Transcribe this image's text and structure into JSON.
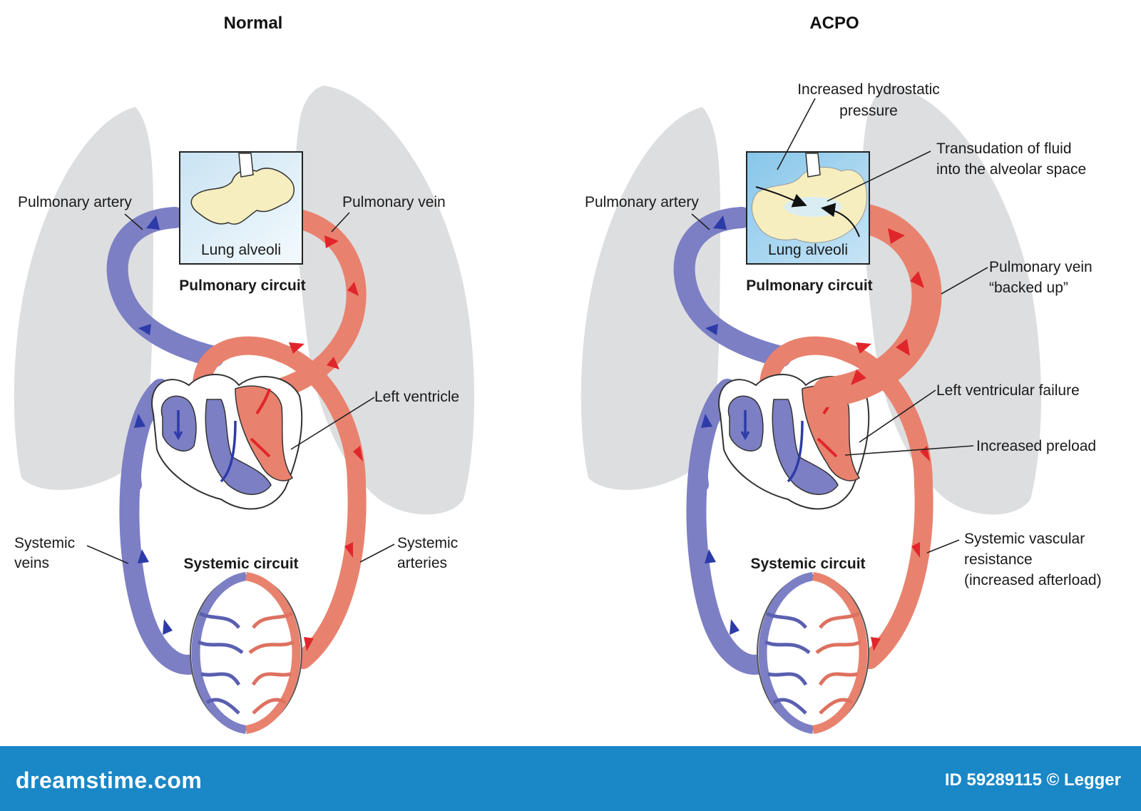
{
  "panels": {
    "normal": {
      "title": "Normal",
      "lung_alveoli": "Lung alveoli",
      "pulmonary_artery": "Pulmonary artery",
      "pulmonary_vein": "Pulmonary vein",
      "pulmonary_circuit": "Pulmonary circuit",
      "left_ventricle": "Left ventricle",
      "systemic_veins_1": "Systemic",
      "systemic_veins_2": "veins",
      "systemic_arteries_1": "Systemic",
      "systemic_arteries_2": "arteries",
      "systemic_circuit": "Systemic circuit"
    },
    "acpo": {
      "title": "ACPO",
      "lung_alveoli": "Lung alveoli",
      "pulmonary_artery": "Pulmonary artery",
      "pulmonary_circuit": "Pulmonary circuit",
      "systemic_circuit": "Systemic circuit",
      "hydrostatic_1": "Increased hydrostatic",
      "hydrostatic_2": "pressure",
      "transudation_1": "Transudation of fluid",
      "transudation_2": "into the alveolar space",
      "vein_backed_1": "Pulmonary vein",
      "vein_backed_2": "“backed up”",
      "lv_failure": "Left ventricular failure",
      "preload": "Increased preload",
      "svr_1": "Systemic vascular",
      "svr_2": "resistance",
      "svr_3": "(increased afterload)"
    }
  },
  "footer": {
    "brand": "dreamstime.com",
    "stock_id": "ID 59289115 © Legger"
  },
  "colors": {
    "lung": "#dddee0",
    "vein_blue": "#7c7fc4",
    "vein_arrow": "#2d3ba8",
    "artery_red": "#e8826e",
    "artery_arrow": "#e1262b",
    "alveoli": "#f7eec0",
    "alveoli_box": "#bcdcf0",
    "footer_bg": "#1a87c6"
  }
}
